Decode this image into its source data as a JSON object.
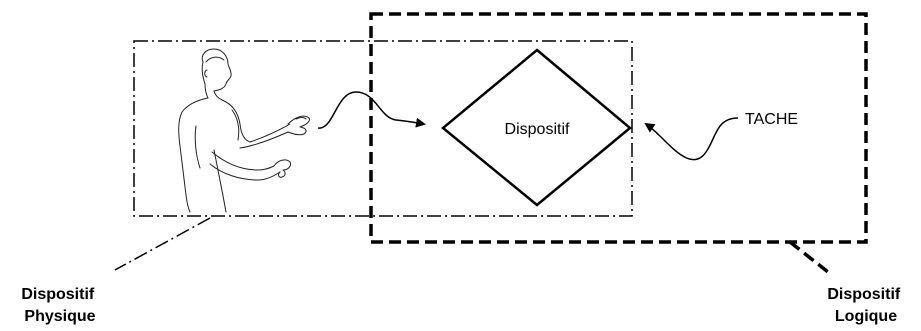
{
  "center_label": "Dispositif",
  "task_label": "TACHE",
  "physical_label": {
    "line1": "Dispositif",
    "line2": "Physique"
  },
  "logical_label": {
    "line1": "Dispositif",
    "line2": "Logique"
  },
  "illustration": "person-gesturing-icon",
  "colors": {
    "stroke": "#000000",
    "background": "#ffffff"
  }
}
